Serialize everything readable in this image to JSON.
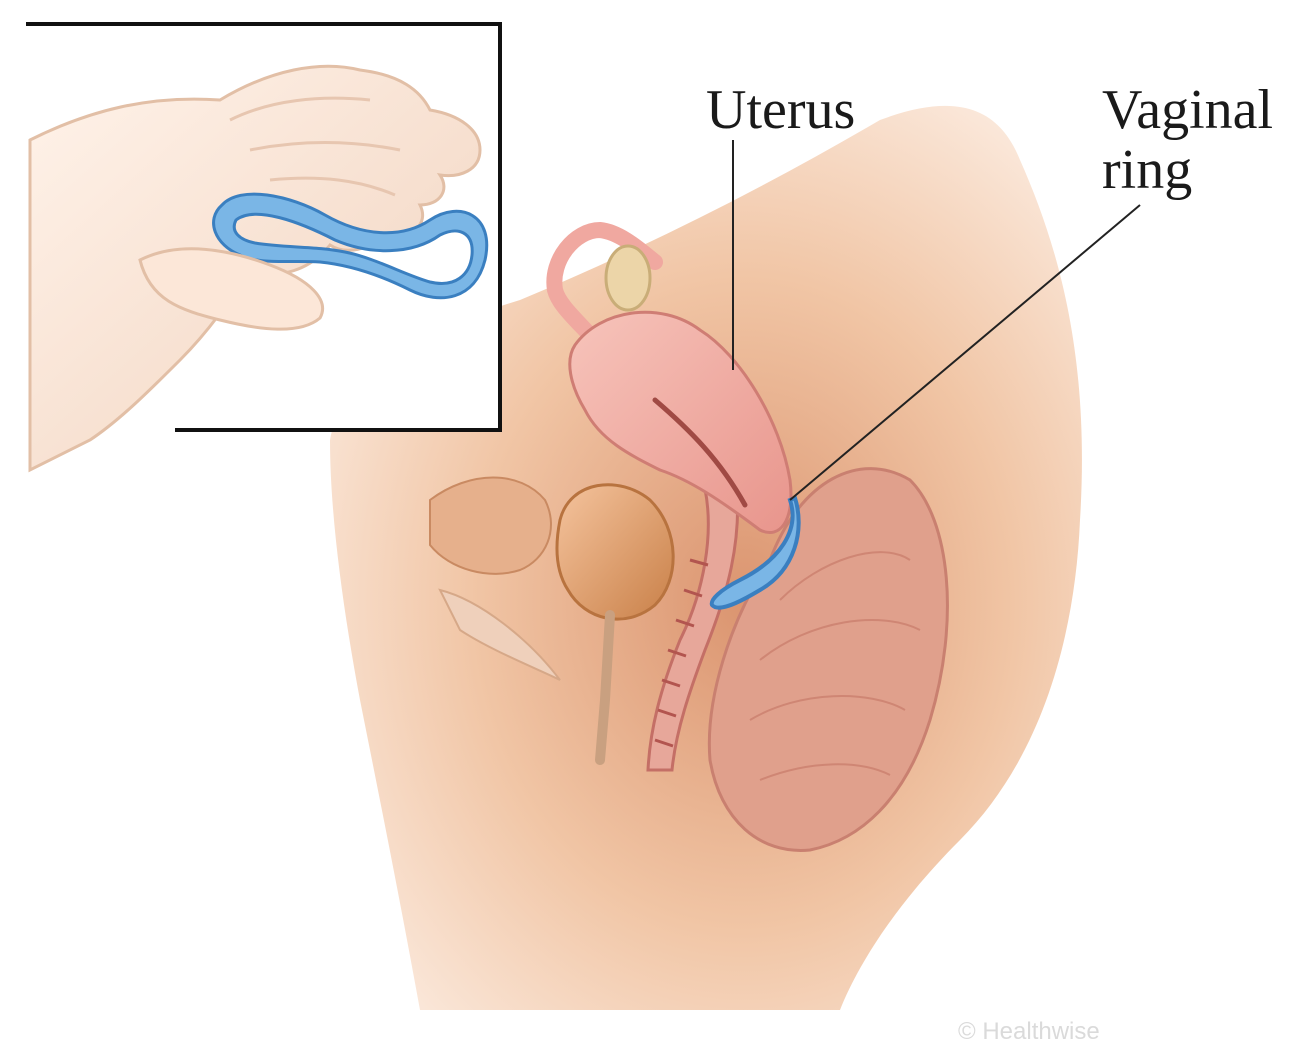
{
  "labels": {
    "uterus": "Uterus",
    "vaginal_ring": "Vaginal\nring"
  },
  "watermark": "© Healthwise",
  "colors": {
    "skin": "#f2c9a8",
    "skin_shadow": "#d99670",
    "uterus_pink": "#f0a8a0",
    "muscle": "#c97068",
    "ring_blue": "#7ab6e6",
    "ring_outline": "#3a7fc0",
    "inset_border": "#111111"
  }
}
